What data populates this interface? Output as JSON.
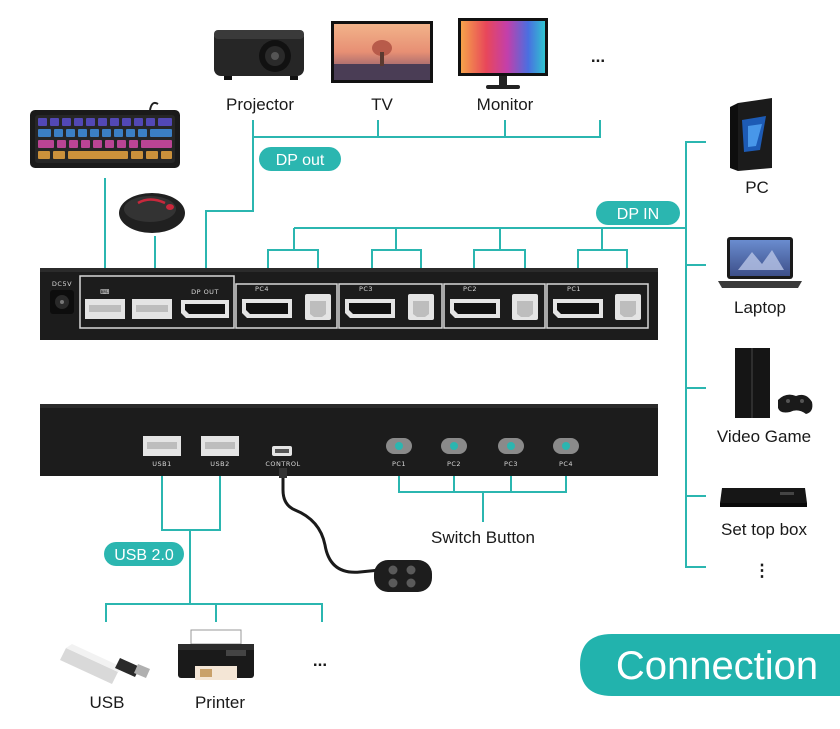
{
  "colors": {
    "accent": "#2bb6b0",
    "panel": "#1c1c1c",
    "port_frame": "#d7d7d7",
    "banner": "#22b3ad"
  },
  "top_devices": {
    "projector": "Projector",
    "tv": "TV",
    "monitor": "Monitor",
    "more": "..."
  },
  "right_devices": {
    "pc": "PC",
    "laptop": "Laptop",
    "video_game": "Video Game",
    "set_top_box": "Set top box",
    "more": "⋮"
  },
  "bottom_devices": {
    "usb": "USB",
    "printer": "Printer",
    "more": "..."
  },
  "tags": {
    "dp_out": "DP out",
    "dp_in": "DP IN",
    "usb": "USB 2.0"
  },
  "rear_panel": {
    "dc": "DC5V",
    "kb": "⌨",
    "dp_out": "DP OUT",
    "pc4": "PC4",
    "pc3": "PC3",
    "pc2": "PC2",
    "pc1": "PC1"
  },
  "front_panel": {
    "usb1": "USB1",
    "usb2": "USB2",
    "control": "CONTROL",
    "pc1": "PC1",
    "pc2": "PC2",
    "pc3": "PC3",
    "pc4": "PC4"
  },
  "switch_label": "Switch Button",
  "banner": "Connection",
  "icons": [
    "projector-icon",
    "tv-icon",
    "monitor-icon",
    "keyboard-icon",
    "mouse-icon",
    "pc-tower-icon",
    "laptop-icon",
    "game-console-icon",
    "set-top-box-icon",
    "usb-drive-icon",
    "printer-icon",
    "remote-switch-icon"
  ]
}
